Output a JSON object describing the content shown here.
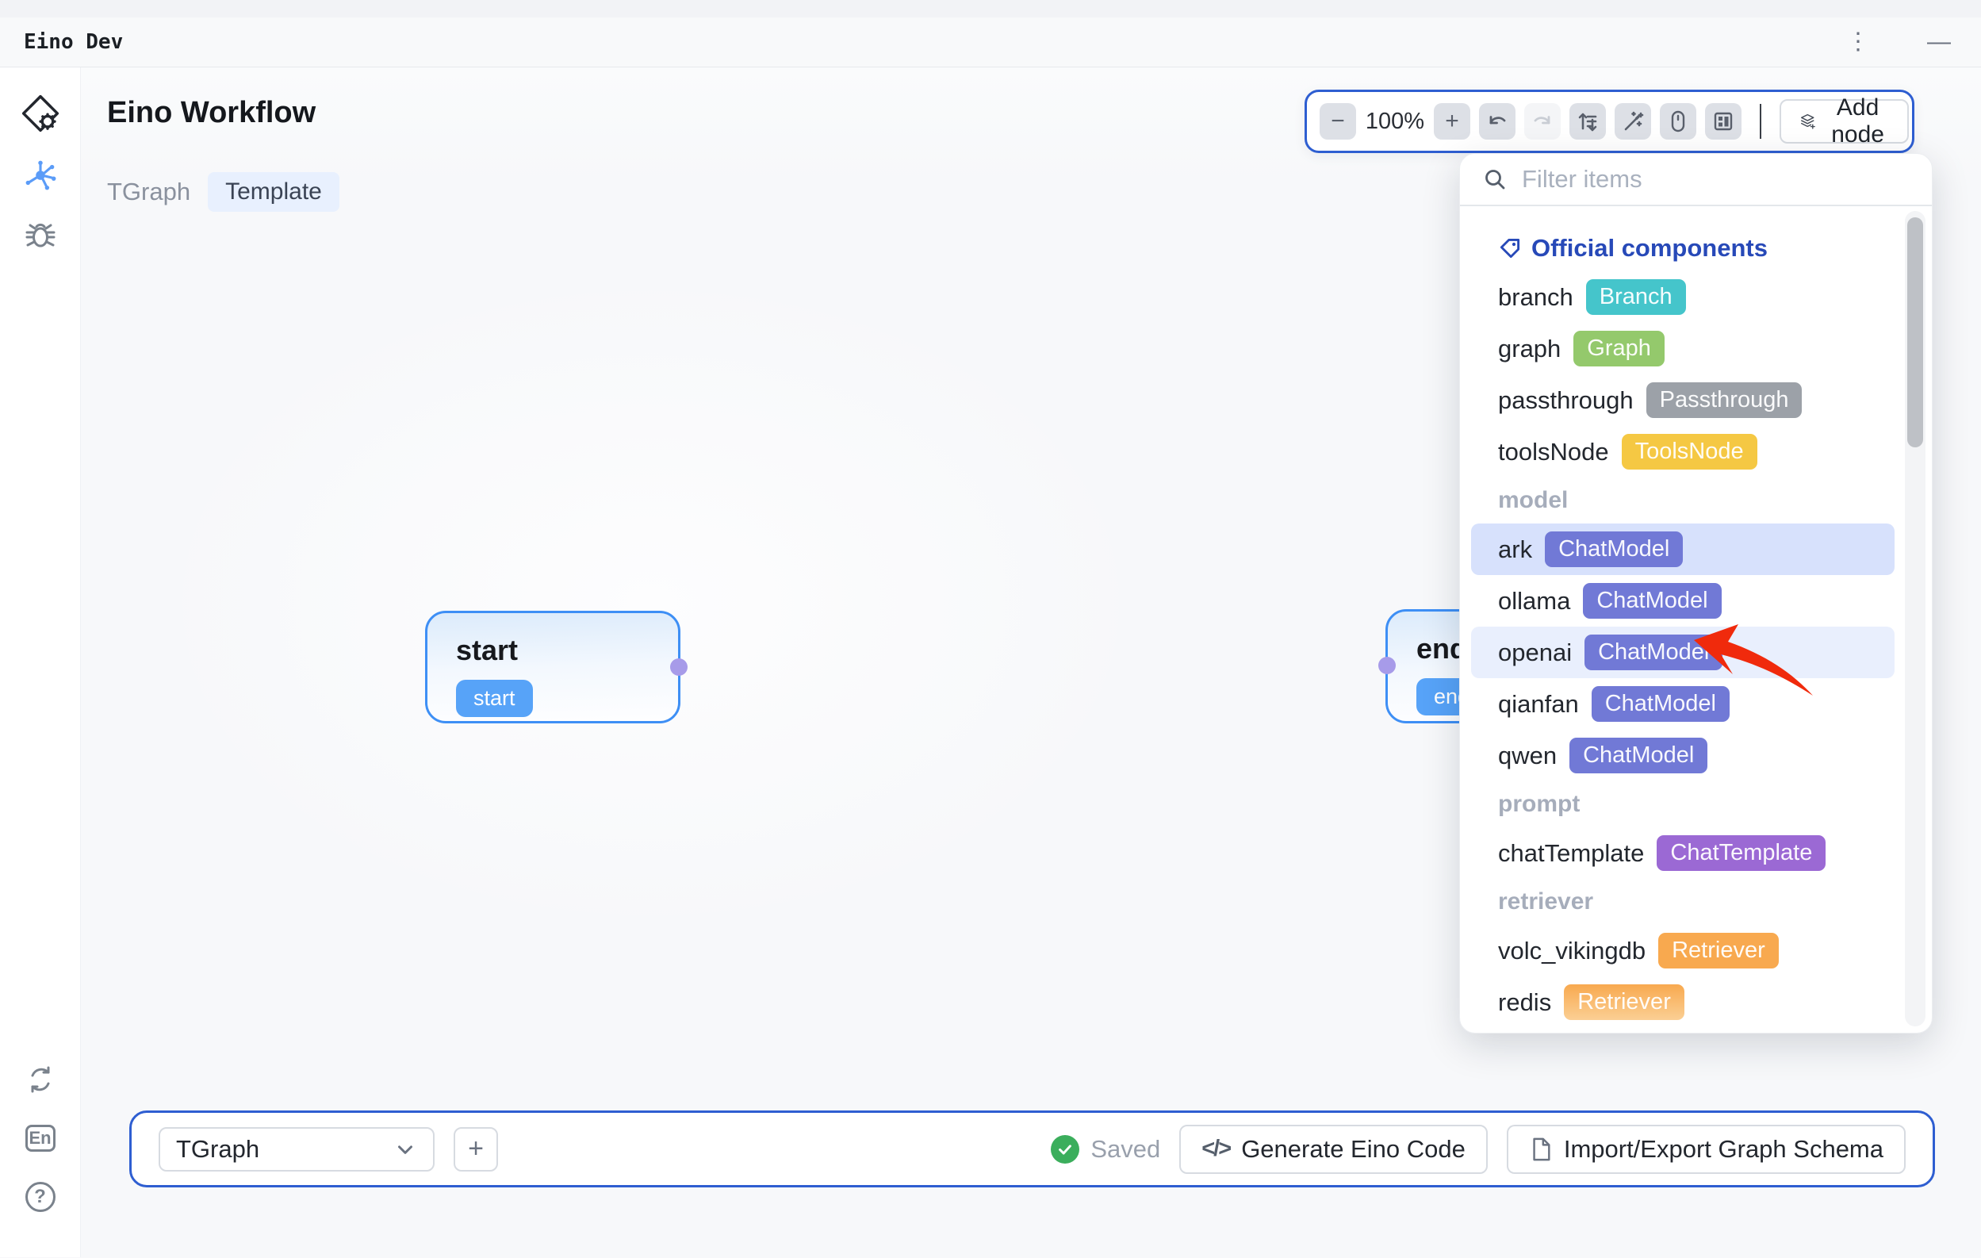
{
  "window": {
    "title": "Eino Dev"
  },
  "header": {
    "title": "Eino Workflow",
    "graph_label": "TGraph",
    "template_badge": "Template"
  },
  "toolbar": {
    "zoom_level": "100%",
    "add_node": "Add node"
  },
  "panel": {
    "filter_placeholder": "Filter items",
    "section_header": "Official components",
    "groups": [
      {
        "label": "",
        "items": [
          {
            "name": "branch",
            "badge": "Branch",
            "badge_bg": "#45C5CB"
          },
          {
            "name": "graph",
            "badge": "Graph",
            "badge_bg": "#94C96C"
          },
          {
            "name": "passthrough",
            "badge": "Passthrough",
            "badge_bg": "#9CA1A8"
          },
          {
            "name": "toolsNode",
            "badge": "ToolsNode",
            "badge_bg": "#F5C843"
          }
        ]
      },
      {
        "label": "model",
        "items": [
          {
            "name": "ark",
            "badge": "ChatModel",
            "badge_bg": "#7179D6",
            "row_bg": "#D7E1FC"
          },
          {
            "name": "ollama",
            "badge": "ChatModel",
            "badge_bg": "#7179D6"
          },
          {
            "name": "openai",
            "badge": "ChatModel",
            "badge_bg": "#7179D6",
            "row_bg": "#E9EFFD"
          },
          {
            "name": "qianfan",
            "badge": "ChatModel",
            "badge_bg": "#7179D6"
          },
          {
            "name": "qwen",
            "badge": "ChatModel",
            "badge_bg": "#7179D6"
          }
        ]
      },
      {
        "label": "prompt",
        "items": [
          {
            "name": "chatTemplate",
            "badge": "ChatTemplate",
            "badge_bg": "#9B69D4"
          }
        ]
      },
      {
        "label": "retriever",
        "items": [
          {
            "name": "volc_vikingdb",
            "badge": "Retriever",
            "badge_bg": "#F8A94F"
          },
          {
            "name": "redis",
            "badge": "Retriever",
            "badge_bg": "linear-gradient(180deg,#F8A94F 0%,#FBCF94 100%)"
          }
        ]
      }
    ]
  },
  "canvas": {
    "start_node": {
      "title": "start",
      "badge": "start"
    },
    "end_node": {
      "title": "end",
      "badge": "end"
    }
  },
  "footer": {
    "graph_select": "TGraph",
    "status": "Saved",
    "generate_button": "Generate Eino Code",
    "import_export_button": "Import/Export Graph Schema"
  },
  "glyphs": {
    "kebab": "⋮",
    "minimize": "—",
    "minus": "−",
    "plus": "+",
    "code": "</>",
    "lang": "En",
    "help": "?"
  },
  "colors": {
    "accent_border_blue": "#2E5ED1",
    "node_border_blue": "#3E8FF5",
    "node_badge_blue": "#57A3F8",
    "section_header_blue": "#2749B8",
    "row_highlight_strong": "#D7E1FC",
    "row_highlight_soft": "#E9EFFD",
    "saved_green": "#3BAE5C",
    "arrow_red": "#F02A0C",
    "connection_port_purple": "#A79BE9"
  }
}
